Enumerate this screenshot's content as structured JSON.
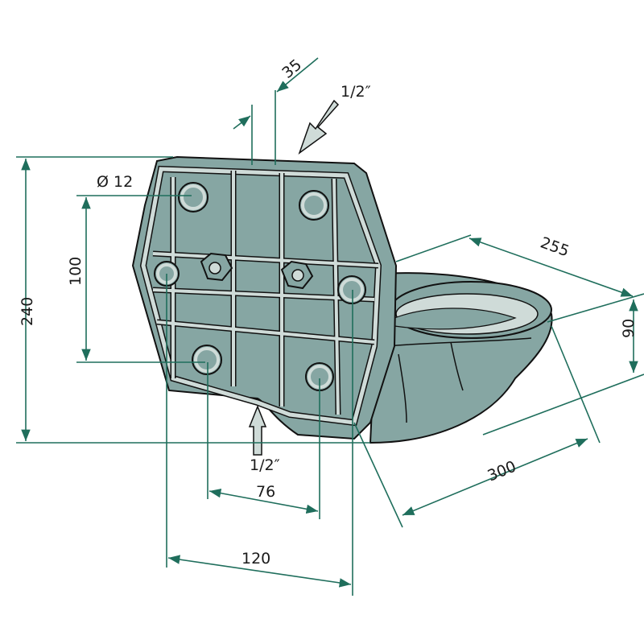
{
  "drawing": {
    "colors": {
      "body": "#86a6a3",
      "rib": "#cfdbd8",
      "dimension": "#1f6e5c"
    },
    "dimensions": {
      "rib_spacing": "35",
      "inlet_top": "1/2″",
      "hole_diameter": "Ø 12",
      "hole_vertical": "100",
      "height": "240",
      "depth": "255",
      "bowl_height": "90",
      "width": "300",
      "inlet_bottom": "1/2″",
      "hole_horizontal_bottom": "76",
      "hole_horizontal_mid": "120"
    }
  }
}
